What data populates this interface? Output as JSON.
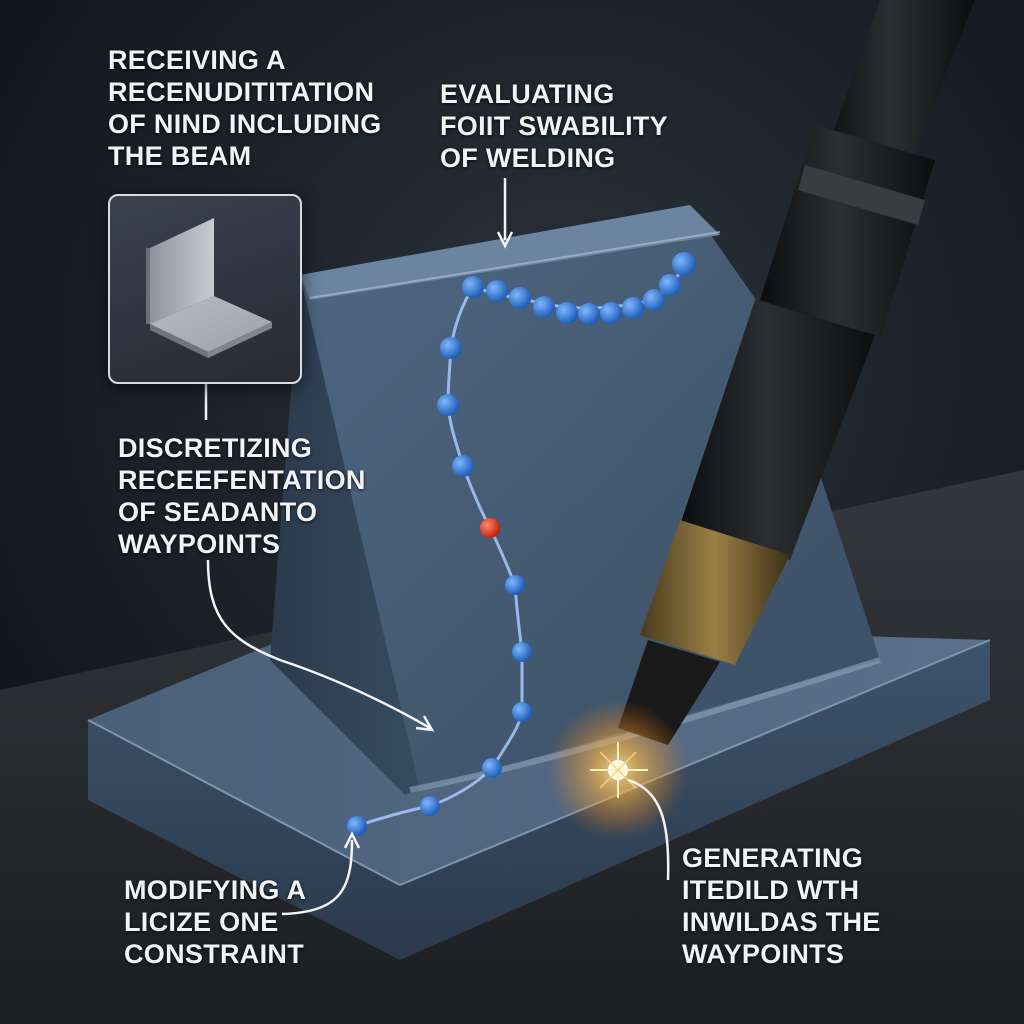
{
  "labels": {
    "receiving": [
      "RECEIVING A",
      "RECENUDITITATION",
      "OF NIND INCLUDING",
      "THE BEAM"
    ],
    "evaluating": [
      "EVALUATING",
      "FOIIT SWABILITY",
      "OF WELDING"
    ],
    "discretizing": [
      "DISCRETIZING",
      "RECEEFENTATION",
      "OF SEADANTO",
      "WAYPOINTS"
    ],
    "modifying": [
      "MODIFYING A",
      "LICIZE ONE",
      "CONSTRAINT"
    ],
    "generating": [
      "GENERATING",
      "ITEDILD WTH",
      "INWILDAS THE",
      "WAYPOINTS"
    ]
  },
  "colors": {
    "background": "#14181d",
    "table": "#26282c",
    "beam_steel": "#4d6279",
    "waypoint": "#2f74d0",
    "highlight_waypoint": "#e0321c",
    "weld_glow": "#ffb23a",
    "torch": "#1b1c1e",
    "nozzle": "#8a6f3c",
    "label_text": "#f1f3f5"
  },
  "icons": {
    "inset": "l-bracket-3d-icon",
    "torch": "welding-torch",
    "spark": "weld-arc-spark"
  }
}
